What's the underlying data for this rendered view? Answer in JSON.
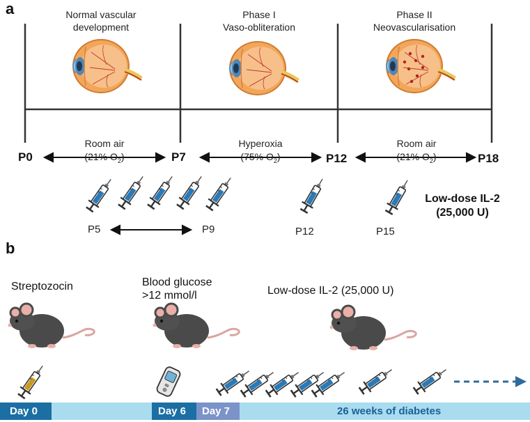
{
  "panel_a": {
    "letter": "a",
    "phases": [
      {
        "line1": "Normal vascular",
        "line2": "development"
      },
      {
        "line1": "Phase I",
        "line2": "Vaso-obliteration"
      },
      {
        "line1": "Phase II",
        "line2": "Neovascularisation"
      }
    ],
    "timepoints": [
      "P0",
      "P7",
      "P12",
      "P18"
    ],
    "conditions": [
      {
        "name": "Room air",
        "pct": "(21% O",
        "sub": "2",
        "close": ")"
      },
      {
        "name": "Hyperoxia",
        "pct": "(75% O",
        "sub": "2",
        "close": ")"
      },
      {
        "name": "Room air",
        "pct": "(21% O",
        "sub": "2",
        "close": ")"
      }
    ],
    "injection_labels": [
      "P5",
      "P9",
      "P12",
      "P15"
    ],
    "il2": {
      "line1": "Low-dose IL-2",
      "line2": "(25,000 U)"
    }
  },
  "panel_b": {
    "letter": "b",
    "steps": {
      "streptozocin": "Streptozocin",
      "glucose_line1": "Blood glucose",
      "glucose_line2": ">12 mmol/l",
      "il2": "Low-dose IL-2 (25,000 U)"
    },
    "timeline": {
      "day0": "Day 0",
      "day6": "Day 6",
      "day7": "Day 7",
      "duration": "26 weeks of diabetes"
    }
  },
  "colors": {
    "bar_light": "#a9dcef",
    "bar_dark": "#1b6fa3",
    "bar_mid": "#7b93c9",
    "syringe_blue": "#2a7ab8",
    "syringe_gold": "#c99a1e",
    "arrow_dash": "#2f6b9a",
    "eye_orange": "#e58a3c",
    "mouse_grey": "#4a4a4a"
  }
}
